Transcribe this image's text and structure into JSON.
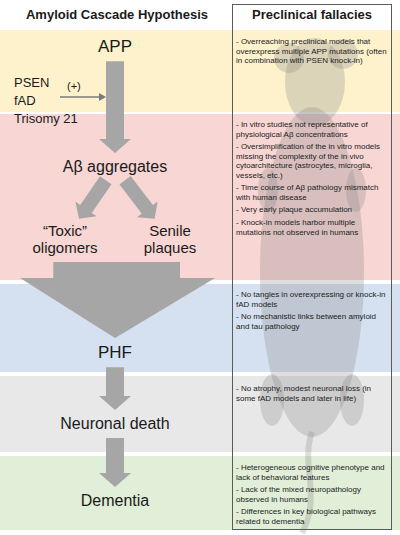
{
  "diagram": {
    "title": "Amyloid Cascade Hypothesis",
    "nodes": [
      {
        "text": [
          "Preclinical fallacies"
        ]
      },
      {
        "text": [
          "APP"
        ]
      },
      {
        "text": [
          "PSEN",
          "fAD",
          "Trisomy 21"
        ]
      },
      {
        "text": [
          "Aβ aggregates"
        ]
      },
      {
        "text": [
          "“Toxic” oligomers"
        ]
      },
      {
        "text": [
          "Senile plaques"
        ]
      },
      {
        "text": [
          "PHF"
        ]
      },
      {
        "text": [
          "Neuronal death"
        ]
      },
      {
        "text": [
          "Dementia"
        ]
      }
    ],
    "edges": [
      {
        "from": 1,
        "to": 3,
        "arrow": "to"
      },
      {
        "from": 3,
        "to": 4,
        "arrow": "to"
      },
      {
        "from": 3,
        "to": 5,
        "arrow": "to"
      },
      {
        "from": 4,
        "to": 6,
        "arrow": "to"
      },
      {
        "from": 5,
        "to": 6,
        "arrow": "to"
      },
      {
        "from": 6,
        "to": 7,
        "arrow": "to"
      },
      {
        "from": 7,
        "to": 8,
        "arrow": "to"
      }
    ],
    "labels": [
      "(+)",
      "- Overreaching preclinical models that overexpress multiple APP mutations (often in combination with PSEN knock-in)",
      "- In vitro studies not representative of physiological Aβ concentrations",
      "- Oversimplification of the in vitro models missing the complexity of the in vivo cytoarchitecture (astrocytes, microglia, vessels, etc.)",
      "- Time course of Aβ pathology mismatch with human disease",
      "- Very early plaque accumulation",
      "- Knock-in models harbor multiple mutations not observed in humans",
      "- No tangles in overexpressing or knock-in fAD models",
      "- No mechanistic links between amyloid and tau pathology",
      "- No atrophy, modest neuronal loss (in some fAD models and later in life)",
      "- Heterogeneous cognitive phenotype and lack of behavioral features",
      "- Lack of the mixed neuropathology observed in humans",
      "- Differences in key biological pathways related to dementia"
    ]
  }
}
